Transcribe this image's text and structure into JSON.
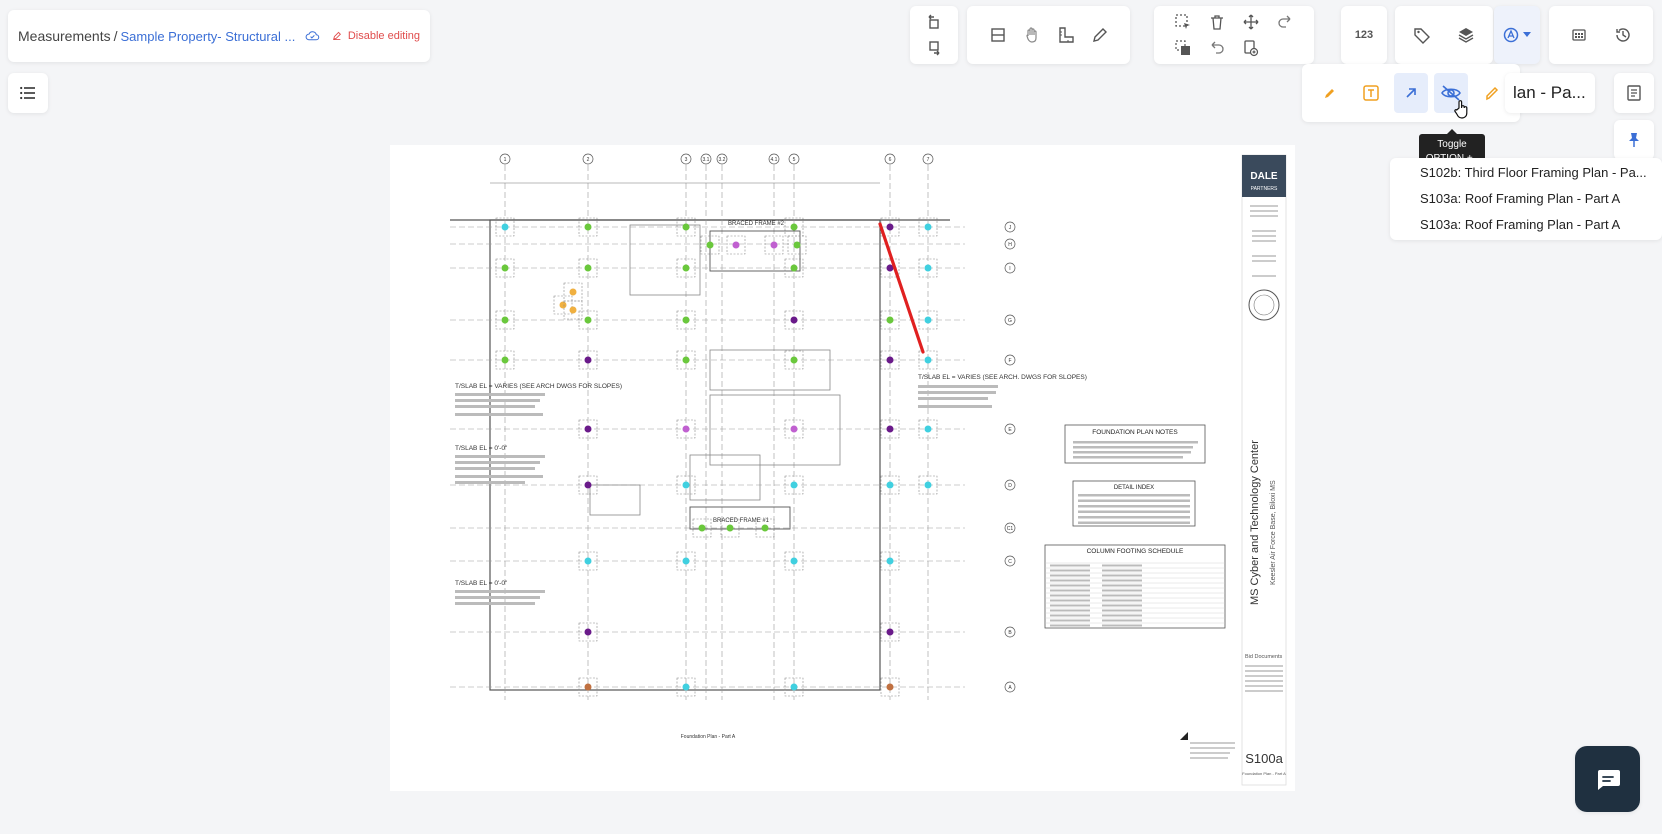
{
  "breadcrumb": {
    "root": "Measurements",
    "separator": "/",
    "property": "Sample Property- Structural ...",
    "disable_editing": "Disable editing"
  },
  "toolbar": {
    "counter_label": "123"
  },
  "tooltip": {
    "line1": "Toggle",
    "line2": "OPTION + ."
  },
  "sheet_header": {
    "title": "lan - Pa..."
  },
  "sheet_dropdown": {
    "items": [
      "S102b: Third Floor Framing Plan - Pa...",
      "S103a: Roof Framing Plan - Part A",
      "S103a: Roof Framing Plan - Part A"
    ]
  },
  "drawing": {
    "grid_top": [
      "1",
      "2",
      "3",
      "3.1",
      "3.2",
      "4.1",
      "5",
      "6",
      "7"
    ],
    "grid_right": [
      "J",
      "H",
      "I",
      "G",
      "F",
      "E",
      "D",
      "C1",
      "C",
      "B",
      "A"
    ],
    "firm_line1": "DALE",
    "firm_line2": "PARTNERS",
    "project_title": "MS Cyber and Technology Center",
    "project_subtitle": "Keesler Air Force Base, Biloxi MS",
    "bid_label": "Bid Documents",
    "sheet_number": "S100a",
    "sheet_name": "Foundation Plan - Part A",
    "foundation_notes_title": "FOUNDATION PLAN NOTES",
    "detail_index_title": "DETAIL INDEX",
    "schedule_title": "COLUMN FOOTING SCHEDULE",
    "braced_frame_1": "BRACED FRAME #2",
    "braced_frame_2": "BRACED FRAME #1",
    "slab_note_1": "T/SLAB EL = VARIES (SEE ARCH DWGS FOR SLOPES)",
    "slab_note_2": "T/SLAB EL = VARIES (SEE ARCH. DWGS FOR SLOPES)",
    "slab_note_3": "T/SLAB EL = 0'-0\"",
    "slab_note_4": "T/SLAB EL = 0'-0\"",
    "bottom_label": "Foundation Plan - Part A"
  },
  "colors": {
    "accent": "#3b6fd6",
    "danger": "#e04c4c",
    "measure_line": "#e02020",
    "chat_bg": "#1f3040"
  }
}
